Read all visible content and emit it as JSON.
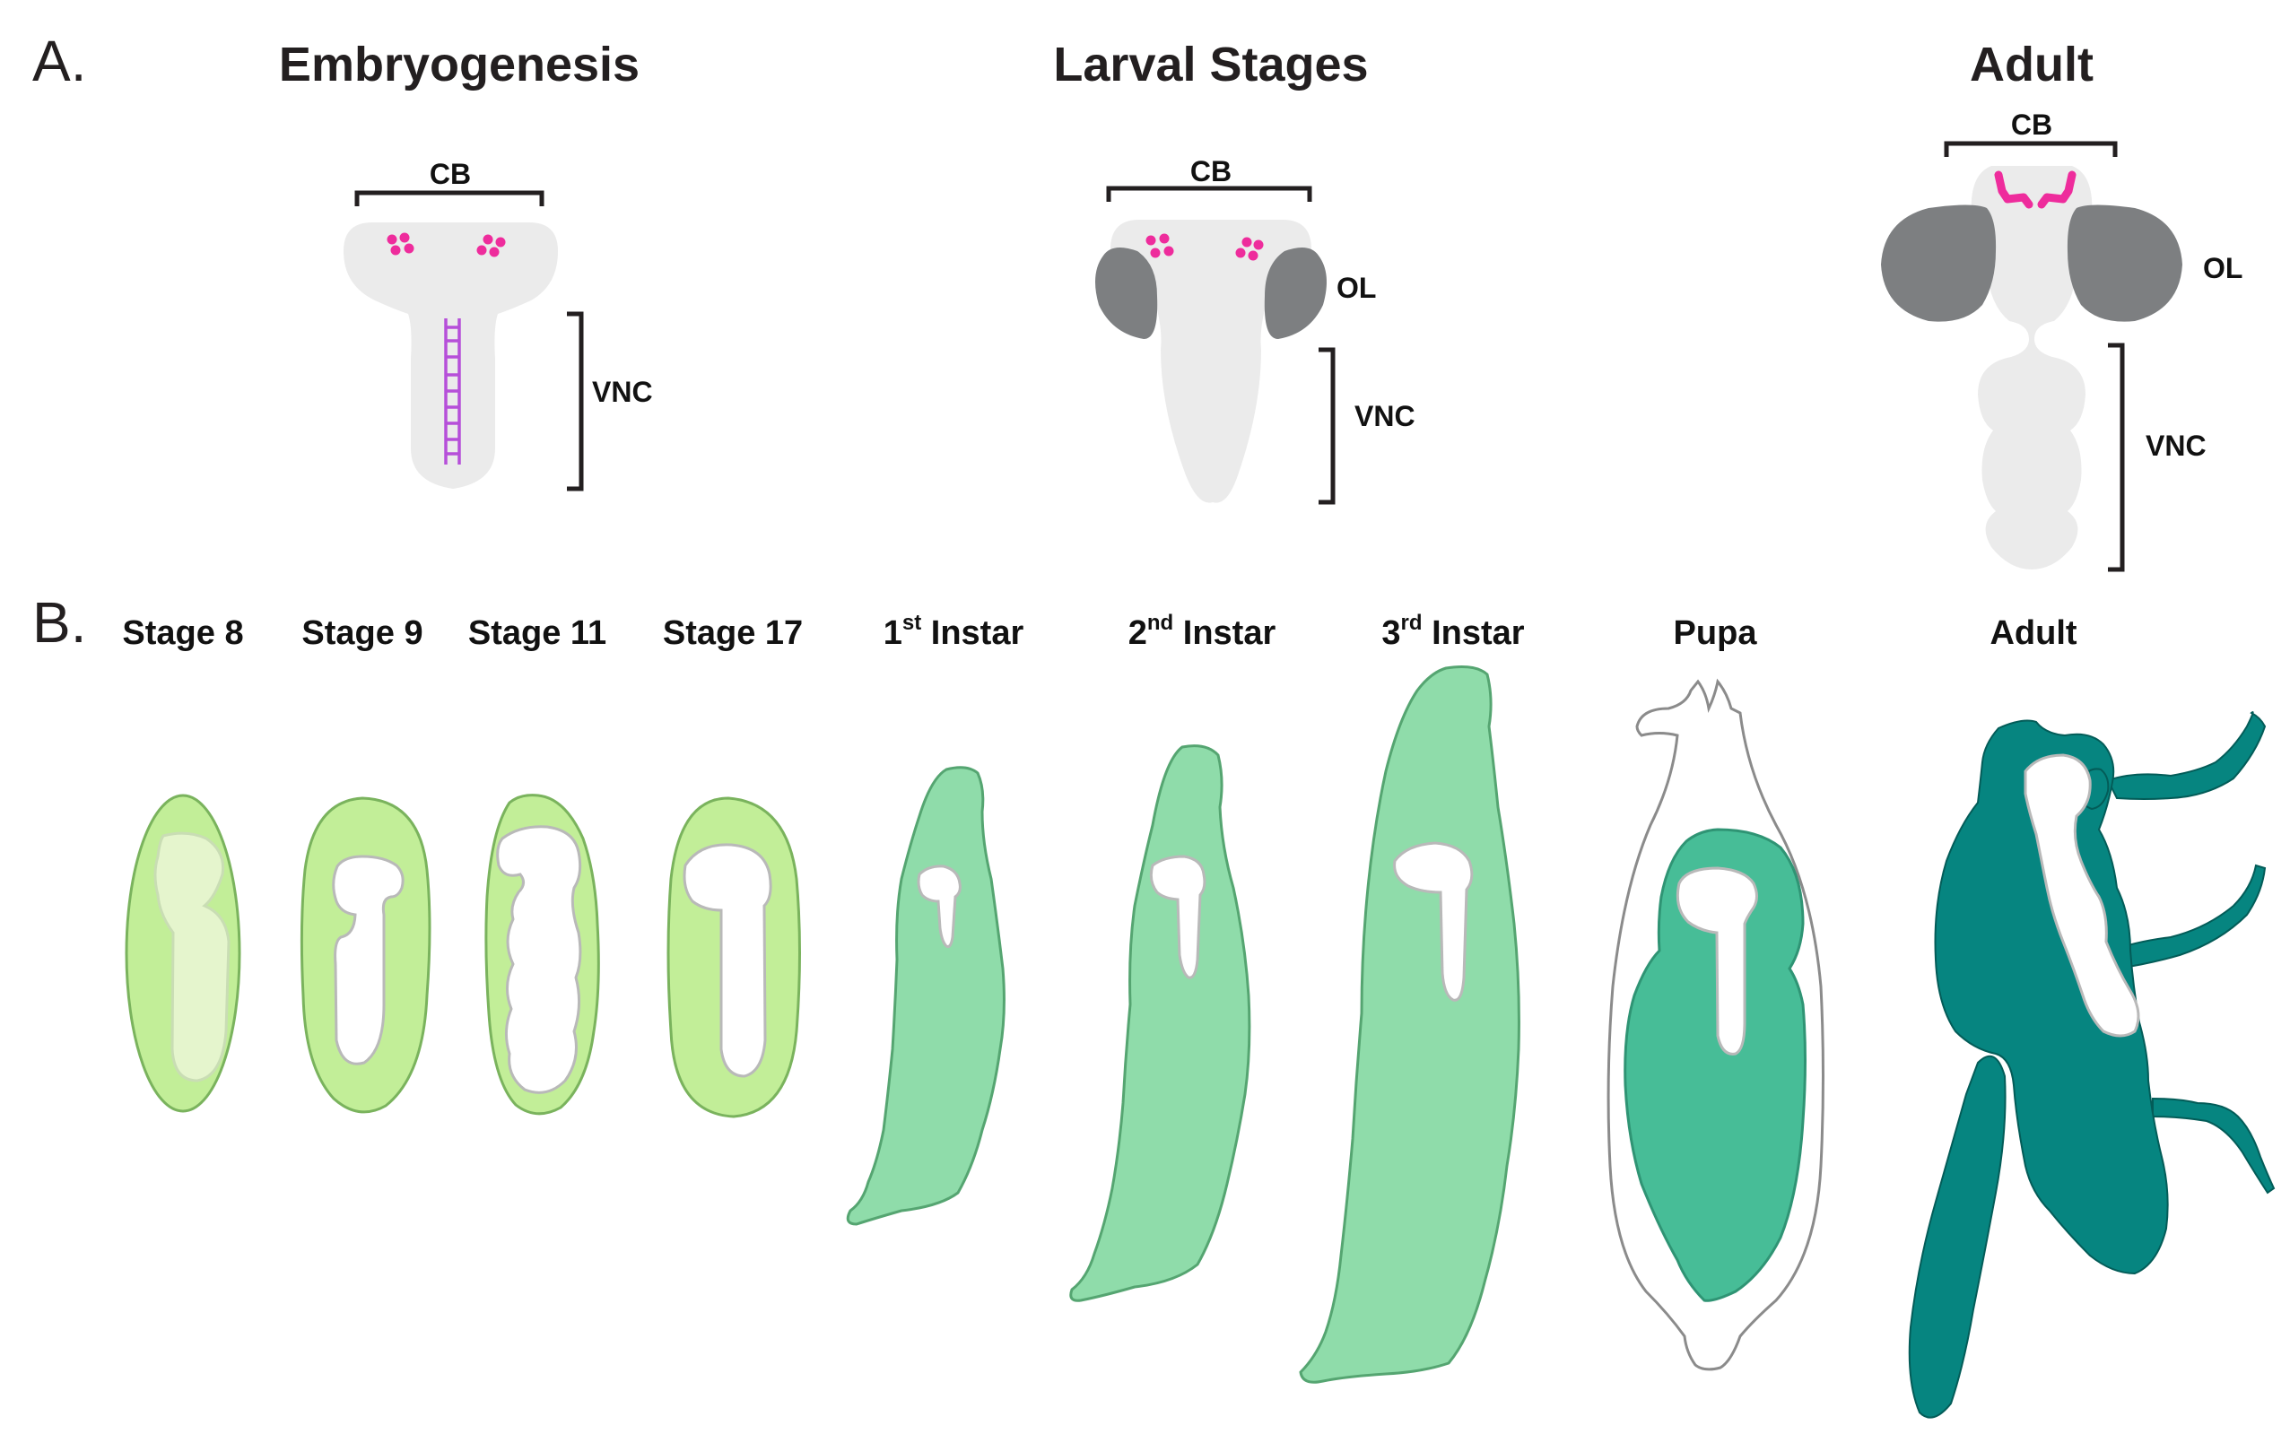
{
  "panelA": {
    "letter": "A.",
    "columns": [
      {
        "title": "Embryogenesis",
        "labels": {
          "cb": "CB",
          "vnc": "VNC"
        }
      },
      {
        "title": "Larval Stages",
        "labels": {
          "cb": "CB",
          "ol": "OL",
          "vnc": "VNC"
        }
      },
      {
        "title": "Adult",
        "labels": {
          "cb": "CB",
          "ol": "OL",
          "vnc": "VNC"
        }
      }
    ]
  },
  "panelB": {
    "letter": "B.",
    "stages": [
      {
        "label": "Stage 8"
      },
      {
        "label": "Stage 9"
      },
      {
        "label": "Stage 11"
      },
      {
        "label": "Stage 17"
      },
      {
        "label": "1",
        "sup": "st",
        "suffix": " Instar"
      },
      {
        "label": "2",
        "sup": "nd",
        "suffix": " Instar"
      },
      {
        "label": "3",
        "sup": "rd",
        "suffix": " Instar"
      },
      {
        "label": "Pupa"
      },
      {
        "label": "Adult"
      }
    ]
  },
  "colors": {
    "brain": "#ebebeb",
    "optic_lobe": "#7d7f81",
    "neuron_marker": "#ee2c9c",
    "nerve_cord": "#b64fd9",
    "embryo": "#c2ee98",
    "larva": "#8fdcaa",
    "pupa": "#47bd97",
    "adult_fly": "#068580"
  }
}
